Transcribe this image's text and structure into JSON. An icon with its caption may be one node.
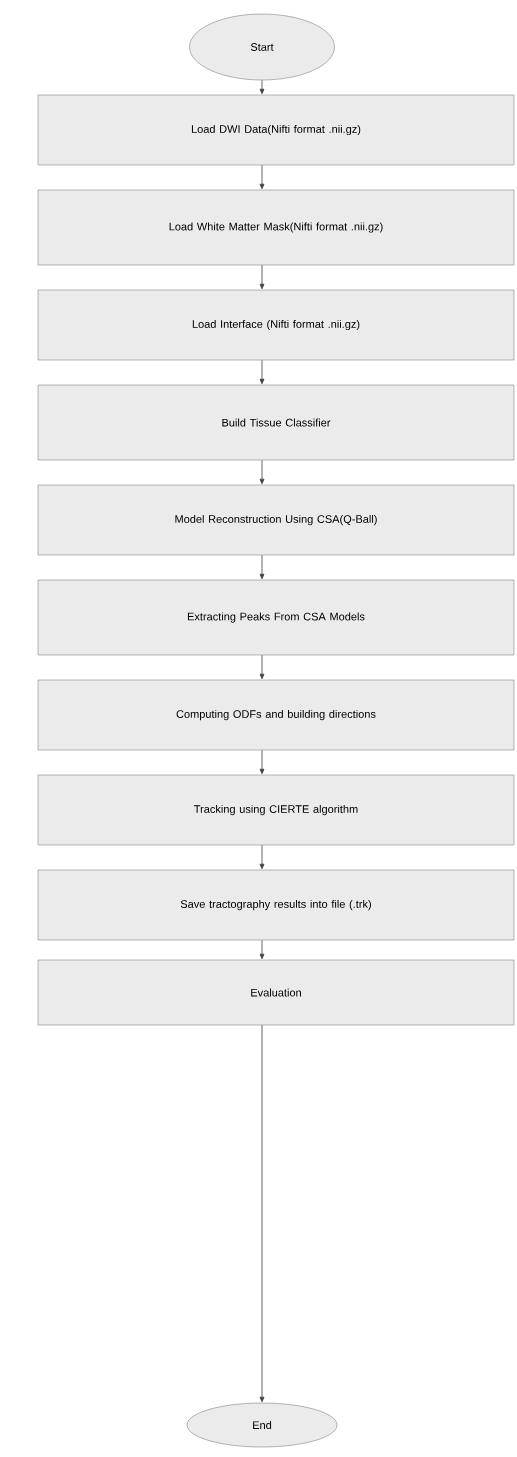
{
  "diagram": {
    "nodes": [
      {
        "text": [
          "Start"
        ]
      },
      {
        "text": [
          "Load DWI Data(Nifti format .nii.gz)"
        ]
      },
      {
        "text": [
          "Load White Matter Mask(Nifti format .nii.gz)"
        ]
      },
      {
        "text": [
          "Load Interface (Nifti format .nii.gz)"
        ]
      },
      {
        "text": [
          "Build Tissue Classifier"
        ]
      },
      {
        "text": [
          "Model Reconstruction Using CSA(Q-Ball)"
        ]
      },
      {
        "text": [
          "Extracting Peaks From CSA Models"
        ]
      },
      {
        "text": [
          "Computing ODFs and building directions"
        ]
      },
      {
        "text": [
          "Tracking using CIERTE algorithm"
        ]
      },
      {
        "text": [
          "Save tractography results into file (.trk)"
        ]
      },
      {
        "text": [
          "Evaluation"
        ]
      },
      {
        "text": [
          "End"
        ]
      }
    ],
    "edges": [
      {
        "from": 0,
        "to": 1,
        "arrow": "to"
      },
      {
        "from": 1,
        "to": 2,
        "arrow": "to"
      },
      {
        "from": 2,
        "to": 3,
        "arrow": "to"
      },
      {
        "from": 3,
        "to": 4,
        "arrow": "to"
      },
      {
        "from": 4,
        "to": 5,
        "arrow": "to"
      },
      {
        "from": 5,
        "to": 6,
        "arrow": "to"
      },
      {
        "from": 6,
        "to": 7,
        "arrow": "to"
      },
      {
        "from": 7,
        "to": 8,
        "arrow": "to"
      },
      {
        "from": 8,
        "to": 9,
        "arrow": "to"
      },
      {
        "from": 9,
        "to": 10,
        "arrow": "to"
      },
      {
        "from": 10,
        "to": 11,
        "arrow": "to"
      }
    ]
  }
}
